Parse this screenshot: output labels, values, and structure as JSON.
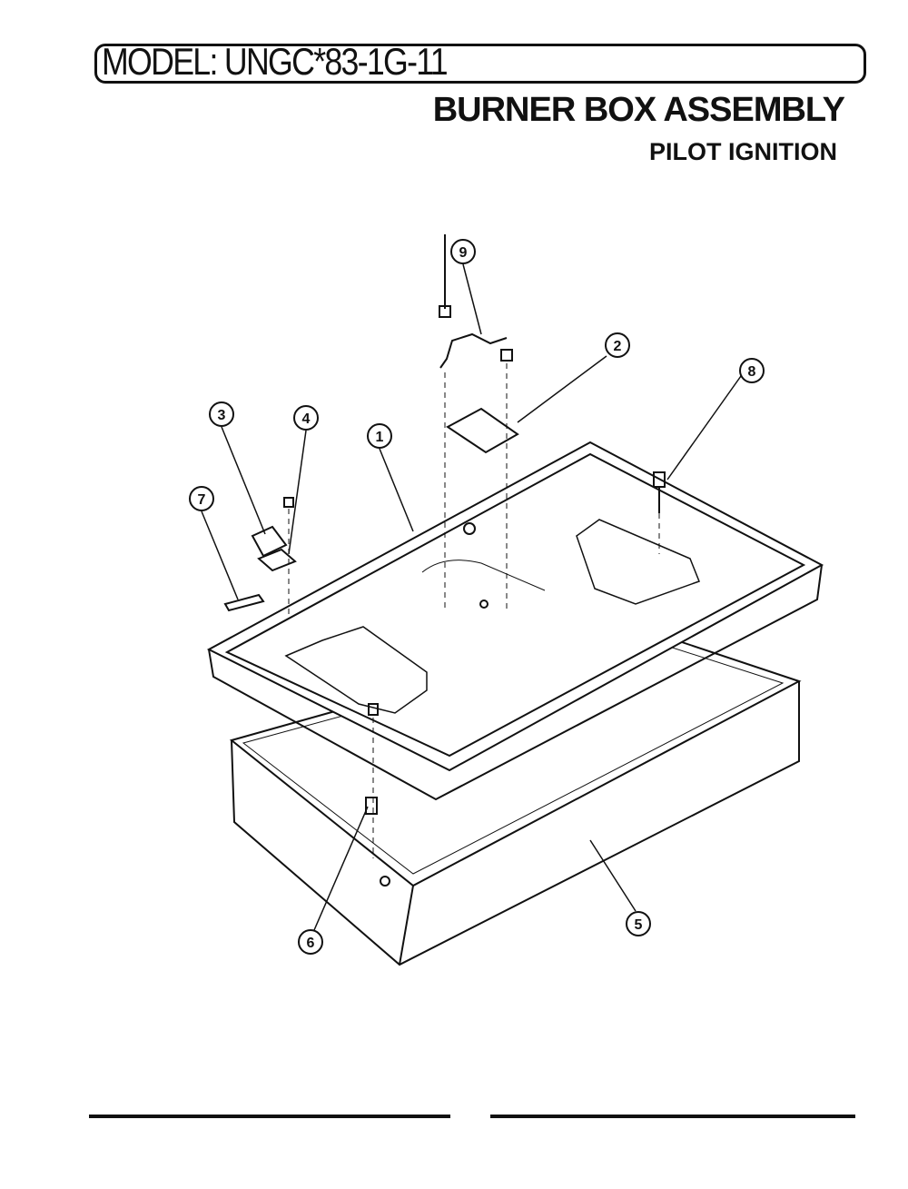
{
  "header": {
    "model": "MODEL: UNGC*83-1G-11",
    "title": "BURNER BOX ASSEMBLY",
    "subtitle": "PILOT IGNITION"
  },
  "callouts": [
    "1",
    "2",
    "3",
    "4",
    "5",
    "6",
    "7",
    "8",
    "9"
  ]
}
